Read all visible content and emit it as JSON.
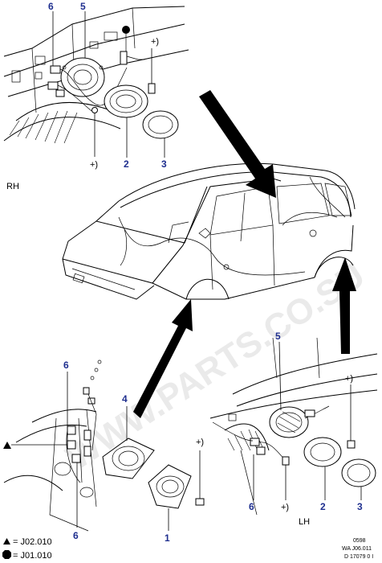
{
  "sides": {
    "rh": "RH",
    "lh": "LH"
  },
  "callouts": {
    "rh": [
      "6",
      "5",
      "2",
      "3"
    ],
    "front_left": [
      "6",
      "4",
      "6",
      "1"
    ],
    "lh": [
      "5",
      "6",
      "2",
      "3"
    ]
  },
  "fastener_marks": {
    "rh_top": "+)",
    "rh_bottom": "+)",
    "front_left": "+)",
    "lh_top": "+)",
    "lh_bottom": "+)"
  },
  "legend": [
    {
      "symbol": "triangle",
      "code": "= J02.010"
    },
    {
      "symbol": "octagon",
      "code": "= J01.010"
    }
  ],
  "reference": {
    "line1": "0598",
    "line2": "WA J06.011",
    "line3": "D 17079 0 I"
  },
  "watermark": "WWW.PARTS.CO.SU",
  "colors": {
    "callout": "#1f2f8f",
    "line": "#000000",
    "watermark": "#d9d9d9"
  }
}
